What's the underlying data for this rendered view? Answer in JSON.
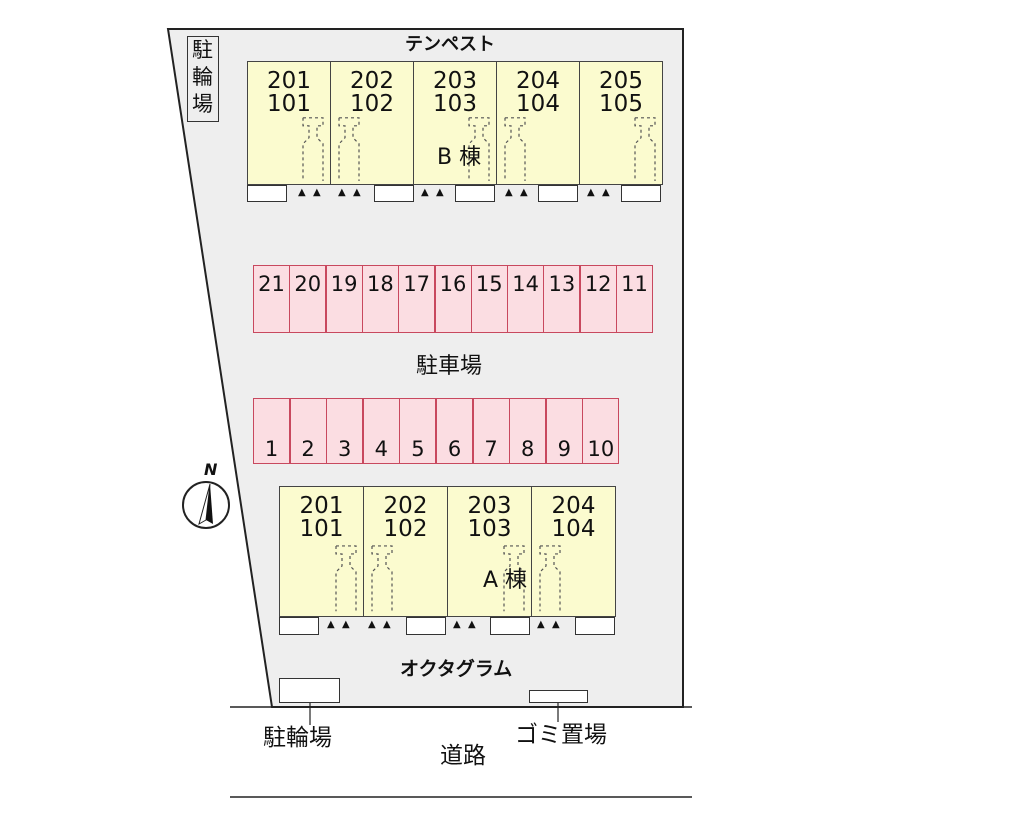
{
  "buildings": {
    "b": {
      "name": "テンペスト",
      "label": "B 棟",
      "units": [
        {
          "upper": "201",
          "lower": "101"
        },
        {
          "upper": "202",
          "lower": "102"
        },
        {
          "upper": "203",
          "lower": "103"
        },
        {
          "upper": "204",
          "lower": "104"
        },
        {
          "upper": "205",
          "lower": "105"
        }
      ]
    },
    "a": {
      "name": "オクタグラム",
      "label": "A 棟",
      "units": [
        {
          "upper": "201",
          "lower": "101"
        },
        {
          "upper": "202",
          "lower": "102"
        },
        {
          "upper": "203",
          "lower": "103"
        },
        {
          "upper": "204",
          "lower": "104"
        }
      ]
    }
  },
  "parking": {
    "label": "駐車場",
    "upper_row": [
      "21",
      "20",
      "19",
      "18",
      "17",
      "16",
      "15",
      "14",
      "13",
      "12",
      "11"
    ],
    "lower_row": [
      "1",
      "2",
      "3",
      "4",
      "5",
      "6",
      "7",
      "8",
      "9",
      "10"
    ]
  },
  "bicycle_parking_top": {
    "chars": [
      "駐",
      "輪",
      "場"
    ]
  },
  "bicycle_parking_bottom": "駐輪場",
  "garbage": "ゴミ置場",
  "road": "道路",
  "north": "N",
  "entrance_marker": "▲",
  "colors": {
    "lot_fill": "#eeeeee",
    "unit_fill": "#fbfbcf",
    "parking_fill": "#fbdde2",
    "parking_border": "#c8485e"
  }
}
